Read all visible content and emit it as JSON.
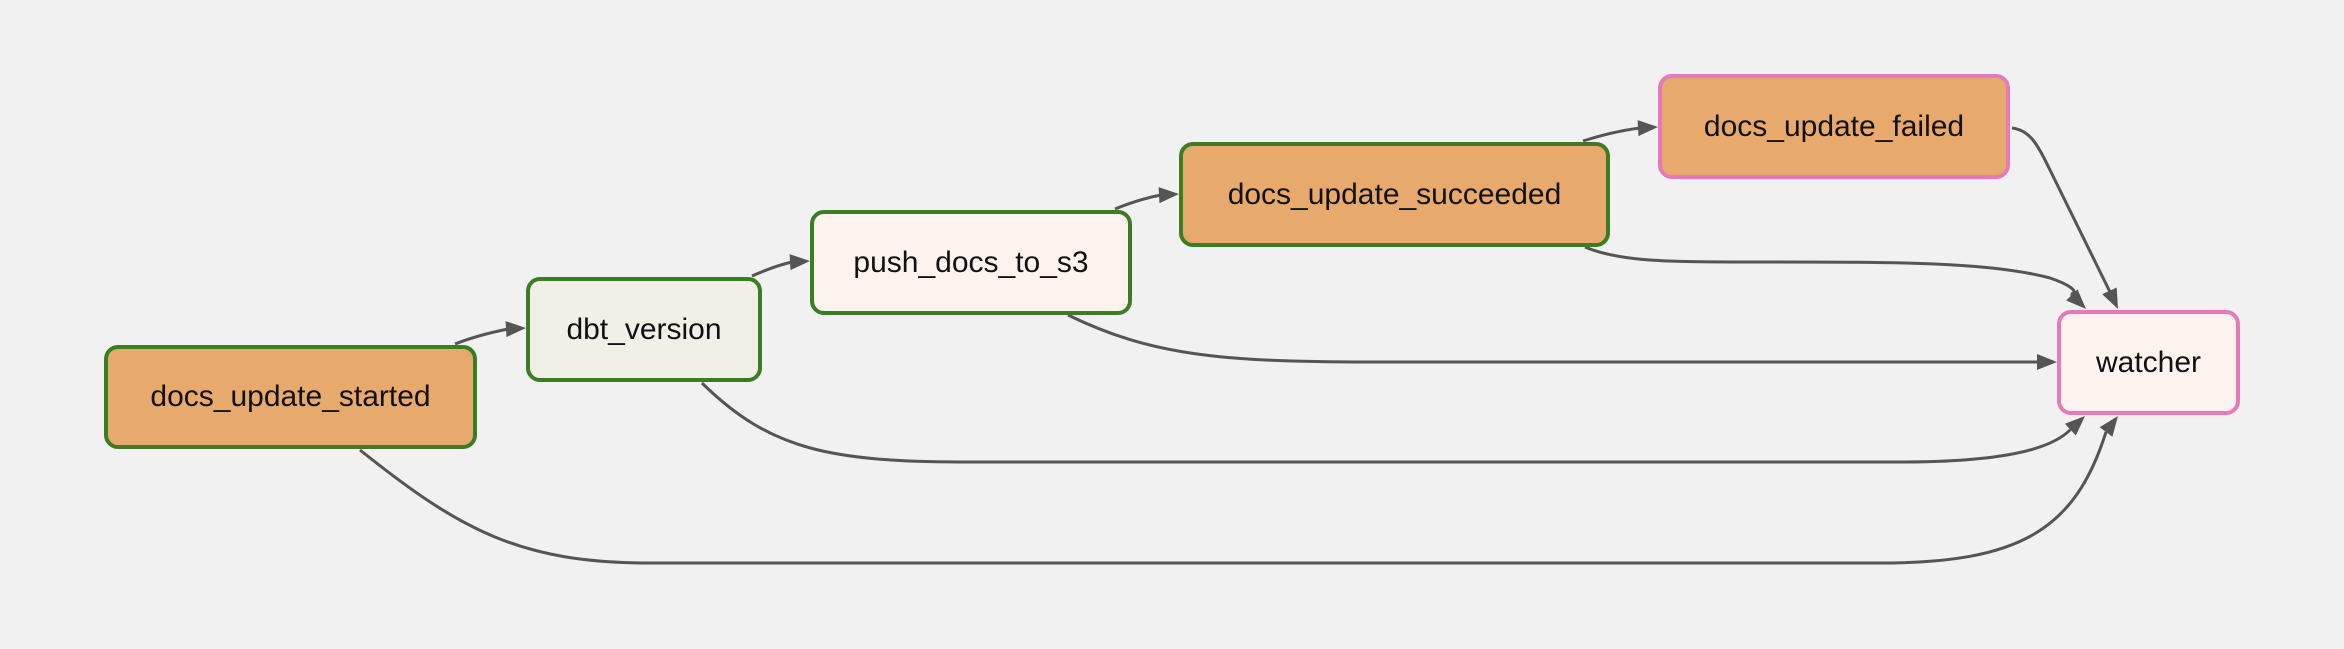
{
  "colors": {
    "background": "#f1f1f1",
    "edge": "#555555",
    "border_success": "#3a7d22",
    "border_skipped": "#e67ab8",
    "fill_orange": "#e8a96c",
    "fill_light": "#f2f0e6",
    "fill_pink_light": "#fcf2ee"
  },
  "nodes": [
    {
      "id": "docs_update_started",
      "label": "docs_update_started",
      "fill": "#e8a96c",
      "border": "#3a7d22"
    },
    {
      "id": "dbt_version",
      "label": "dbt_version",
      "fill": "#f2f0e6",
      "border": "#3a7d22"
    },
    {
      "id": "push_docs_to_s3",
      "label": "push_docs_to_s3",
      "fill": "#fcf2ee",
      "border": "#3a7d22"
    },
    {
      "id": "docs_update_succeeded",
      "label": "docs_update_succeeded",
      "fill": "#e8a96c",
      "border": "#3a7d22"
    },
    {
      "id": "docs_update_failed",
      "label": "docs_update_failed",
      "fill": "#e8a96c",
      "border": "#e67ab8"
    },
    {
      "id": "watcher",
      "label": "watcher",
      "fill": "#fcf2ee",
      "border": "#e67ab8"
    }
  ],
  "edges": [
    {
      "from": "docs_update_started",
      "to": "dbt_version"
    },
    {
      "from": "dbt_version",
      "to": "push_docs_to_s3"
    },
    {
      "from": "push_docs_to_s3",
      "to": "docs_update_succeeded"
    },
    {
      "from": "docs_update_succeeded",
      "to": "docs_update_failed"
    },
    {
      "from": "docs_update_failed",
      "to": "watcher"
    },
    {
      "from": "docs_update_succeeded",
      "to": "watcher"
    },
    {
      "from": "push_docs_to_s3",
      "to": "watcher"
    },
    {
      "from": "dbt_version",
      "to": "watcher"
    },
    {
      "from": "docs_update_started",
      "to": "watcher"
    }
  ]
}
